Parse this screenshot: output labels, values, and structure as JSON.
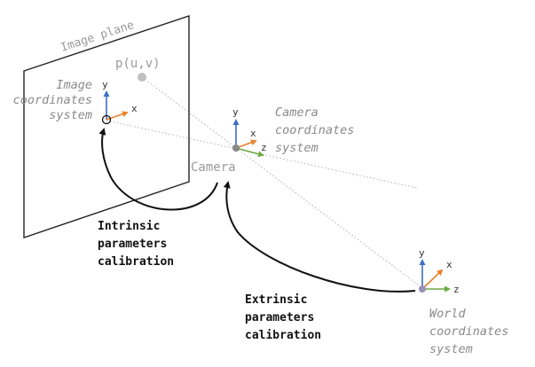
{
  "image_plane": {
    "label": "Image plane"
  },
  "point": {
    "label": "p(u,v)"
  },
  "image_coords": {
    "lines": [
      "Image",
      "coordinates",
      "system"
    ],
    "axes": {
      "y": "y",
      "x": "x"
    }
  },
  "camera_coords": {
    "lines": [
      "Camera",
      "coordinates",
      "system"
    ],
    "axes": {
      "y": "y",
      "x": "x",
      "z": "z"
    }
  },
  "camera": {
    "label": "Camera"
  },
  "world_coords": {
    "lines": [
      "World",
      "coordinates",
      "system"
    ],
    "axes": {
      "y": "y",
      "x": "x",
      "z": "z"
    }
  },
  "intrinsic": {
    "lines": [
      "Intrinsic",
      "parameters",
      "calibration"
    ]
  },
  "extrinsic": {
    "lines": [
      "Extrinsic",
      "parameters",
      "calibration"
    ]
  },
  "colors": {
    "y_axis": "#3a6fc4",
    "x_axis": "#e8822a",
    "z_axis": "#6aab3f",
    "plane": "#222222",
    "dotted": "#b0b0b0",
    "arrow": "#111111",
    "label_gray": "#9a9a9a"
  }
}
